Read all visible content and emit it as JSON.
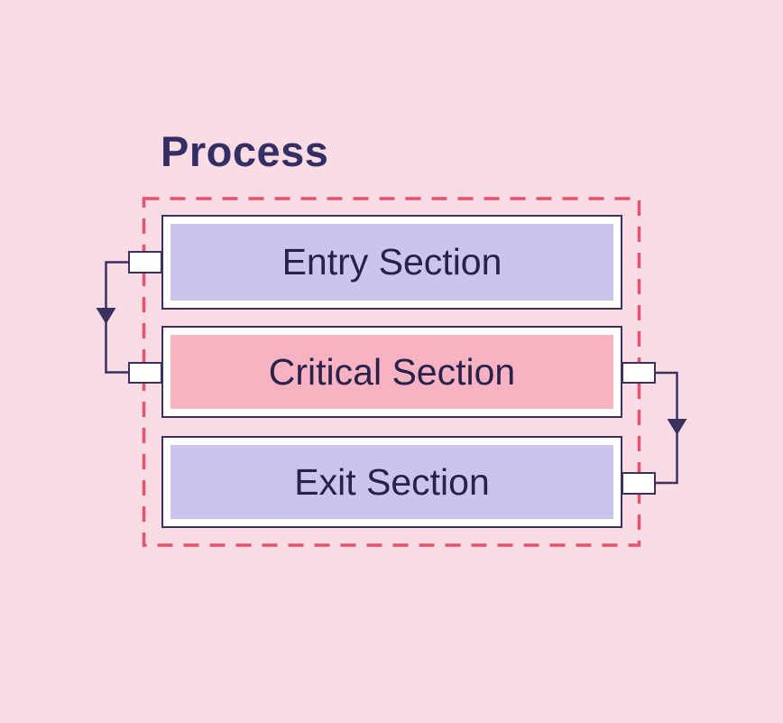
{
  "diagram": {
    "title": "Process",
    "boxes": [
      {
        "label": "Entry Section",
        "fill": "lavender"
      },
      {
        "label": "Critical Section",
        "fill": "pink"
      },
      {
        "label": "Exit Section",
        "fill": "lavender"
      }
    ],
    "connectors": [
      {
        "from": "Entry Section",
        "to": "Critical Section",
        "side": "left",
        "direction": "down"
      },
      {
        "from": "Critical Section",
        "to": "Exit Section",
        "side": "right",
        "direction": "down"
      }
    ]
  },
  "colors": {
    "background": "#FCDCE4",
    "dashed_border": "#E4536B",
    "box_border": "#39325F",
    "box_inner_bg": "#FFFFFF",
    "lavender_fill": "#C9C5EE",
    "pink_fill": "#F8B2C1",
    "text": "#27224C",
    "title_text": "#332E63",
    "connector": "#39325F"
  }
}
